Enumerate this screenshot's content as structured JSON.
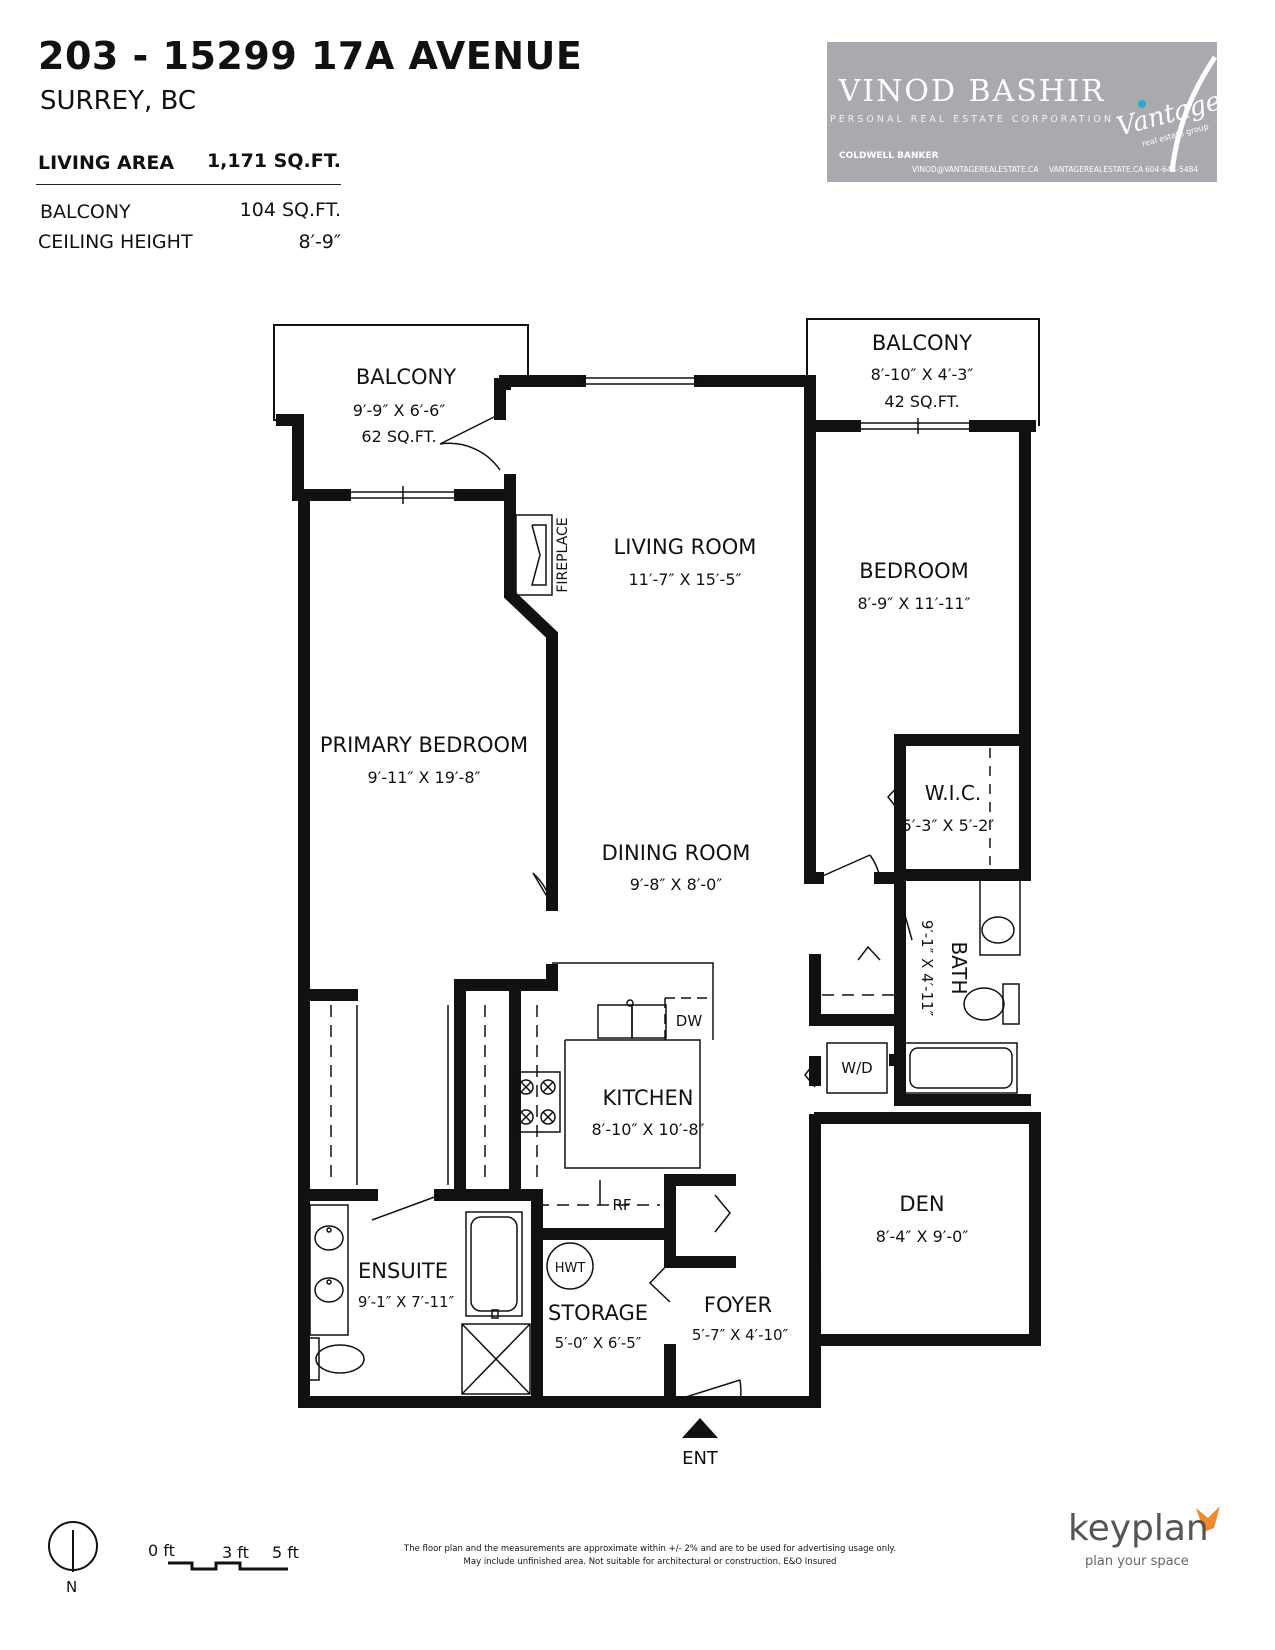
{
  "header": {
    "address": "203 - 15299 17A AVENUE",
    "city": "SURREY, BC"
  },
  "stats": [
    {
      "label": "LIVING AREA",
      "value": "1,171 SQ.FT."
    },
    {
      "label": "BALCONY",
      "value": "104 SQ.FT."
    },
    {
      "label": "CEILING HEIGHT",
      "value": "8′-9″"
    }
  ],
  "brand": {
    "name": "VINOD BASHIR",
    "subtitle": "PERSONAL REAL ESTATE CORPORATION",
    "logo": "Vantage",
    "logo_sub": "real estate group",
    "broker": "COLDWELL BANKER",
    "email": "VINOD@VANTAGEREALESTATE.CA",
    "website": "VANTAGEREALESTATE.CA",
    "phone": "604-644-5484"
  },
  "rooms": {
    "balcony_left": {
      "name": "BALCONY",
      "dims": "9′-9″  X  6′-6″",
      "area": "62 SQ.FT."
    },
    "balcony_right": {
      "name": "BALCONY",
      "dims": "8′-10″  X  4′-3″",
      "area": "42 SQ.FT."
    },
    "living": {
      "name": "LIVING ROOM",
      "dims": "11′-7″  X  15′-5″"
    },
    "bedroom": {
      "name": "BEDROOM",
      "dims": "8′-9″  X  11′-11″"
    },
    "primary": {
      "name": "PRIMARY BEDROOM",
      "dims": "9′-11″  X  19′-8″"
    },
    "wic": {
      "name": "W.I.C.",
      "dims": "5′-3″ X 5′-2″"
    },
    "dining": {
      "name": "DINING ROOM",
      "dims": "9′-8″  X  8′-0″"
    },
    "bath": {
      "name": "BATH",
      "dims": "9′-1″ X 4′-11″"
    },
    "kitchen": {
      "name": "KITCHEN",
      "dims": "8′-10″  X  10′-8″"
    },
    "den": {
      "name": "DEN",
      "dims": "8′-4″  X  9′-0″"
    },
    "ensuite": {
      "name": "ENSUITE",
      "dims": "9′-1″ X 7′-11″"
    },
    "storage": {
      "name": "STORAGE",
      "dims": "5′-0″ X 6′-5″"
    },
    "foyer": {
      "name": "FOYER",
      "dims": "5′-7″ X 4′-10″"
    }
  },
  "fixtures": {
    "fireplace": "FIREPLACE",
    "dishwasher": "DW",
    "washer_dryer": "W/D",
    "fridge": "RF",
    "hot_water_tank": "HWT"
  },
  "entry_label": "ENT",
  "scale": {
    "zero": "0 ft",
    "mid": "3 ft",
    "end": "5 ft"
  },
  "north": "N",
  "disclaimer": {
    "line1": "The floor plan and the measurements are approximate within +/- 2% and are to be used for advertising usage only.",
    "line2": "May include unfinished area. Not suitable for architectural or construction. E&O Insured"
  },
  "footer_brand": {
    "name": "keyplan",
    "tagline": "plan your space",
    "accent_color": "#f08a2c"
  },
  "colors": {
    "wall": "#111111",
    "brand_bg": "#a9a9b0"
  }
}
